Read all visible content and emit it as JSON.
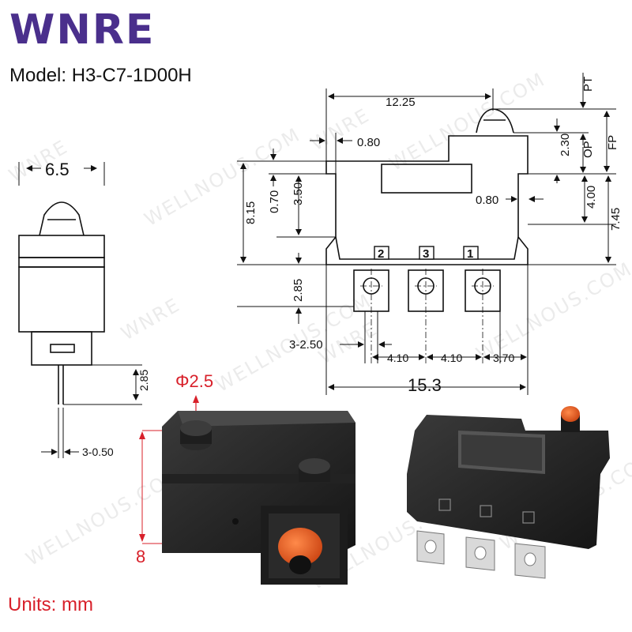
{
  "brand": {
    "name": "WNRE",
    "color": "#4a2f8c"
  },
  "model": "Model: H3-C7-1D00H",
  "units": "Units: mm",
  "watermark": {
    "brand": "WNRE",
    "site": "WELLNOUS.COM"
  },
  "side_view": {
    "width": "6.5",
    "pin_length": "2.85",
    "pin_width": "3-0.50"
  },
  "front_view": {
    "width_top": "12.25",
    "wall": "0.80",
    "wall_right": "0.80",
    "h_815": "8.15",
    "h_070": "0.70",
    "h_350": "3.50",
    "pt": "PT",
    "op": "OP",
    "fp": "FP",
    "h_230": "2.30",
    "h_400": "4.00",
    "h_745": "7.45",
    "pin_len": "2.85",
    "pin_width": "3-2.50",
    "pitch_1": "4.10",
    "pitch_2": "4.10",
    "offset": "3.70",
    "total_width": "15.3",
    "terminals": [
      "2",
      "3",
      "1"
    ]
  },
  "photo_labels": {
    "diameter": "Φ2.5",
    "height": "8"
  }
}
